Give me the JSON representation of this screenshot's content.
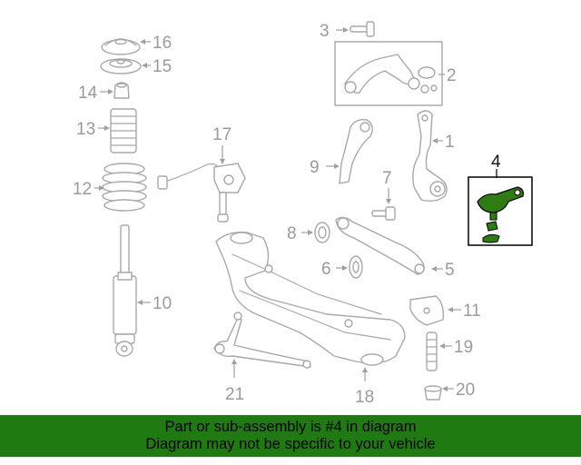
{
  "diagram": {
    "callouts": {
      "c1": "1",
      "c2": "2",
      "c3": "3",
      "c4": "4",
      "c5": "5",
      "c6": "6",
      "c7": "7",
      "c8": "8",
      "c9": "9",
      "c10": "10",
      "c11": "11",
      "c12": "12",
      "c13": "13",
      "c14": "14",
      "c15": "15",
      "c16": "16",
      "c17": "17",
      "c18": "18",
      "c19": "19",
      "c20": "20",
      "c21": "21"
    },
    "highlight_color": "#2f7d12",
    "highlighted_part": "4"
  },
  "banner": {
    "line1": "Part or sub-assembly is #4 in diagram",
    "line2": "Diagram may not be specific to your vehicle",
    "background": "#1f7a12"
  }
}
